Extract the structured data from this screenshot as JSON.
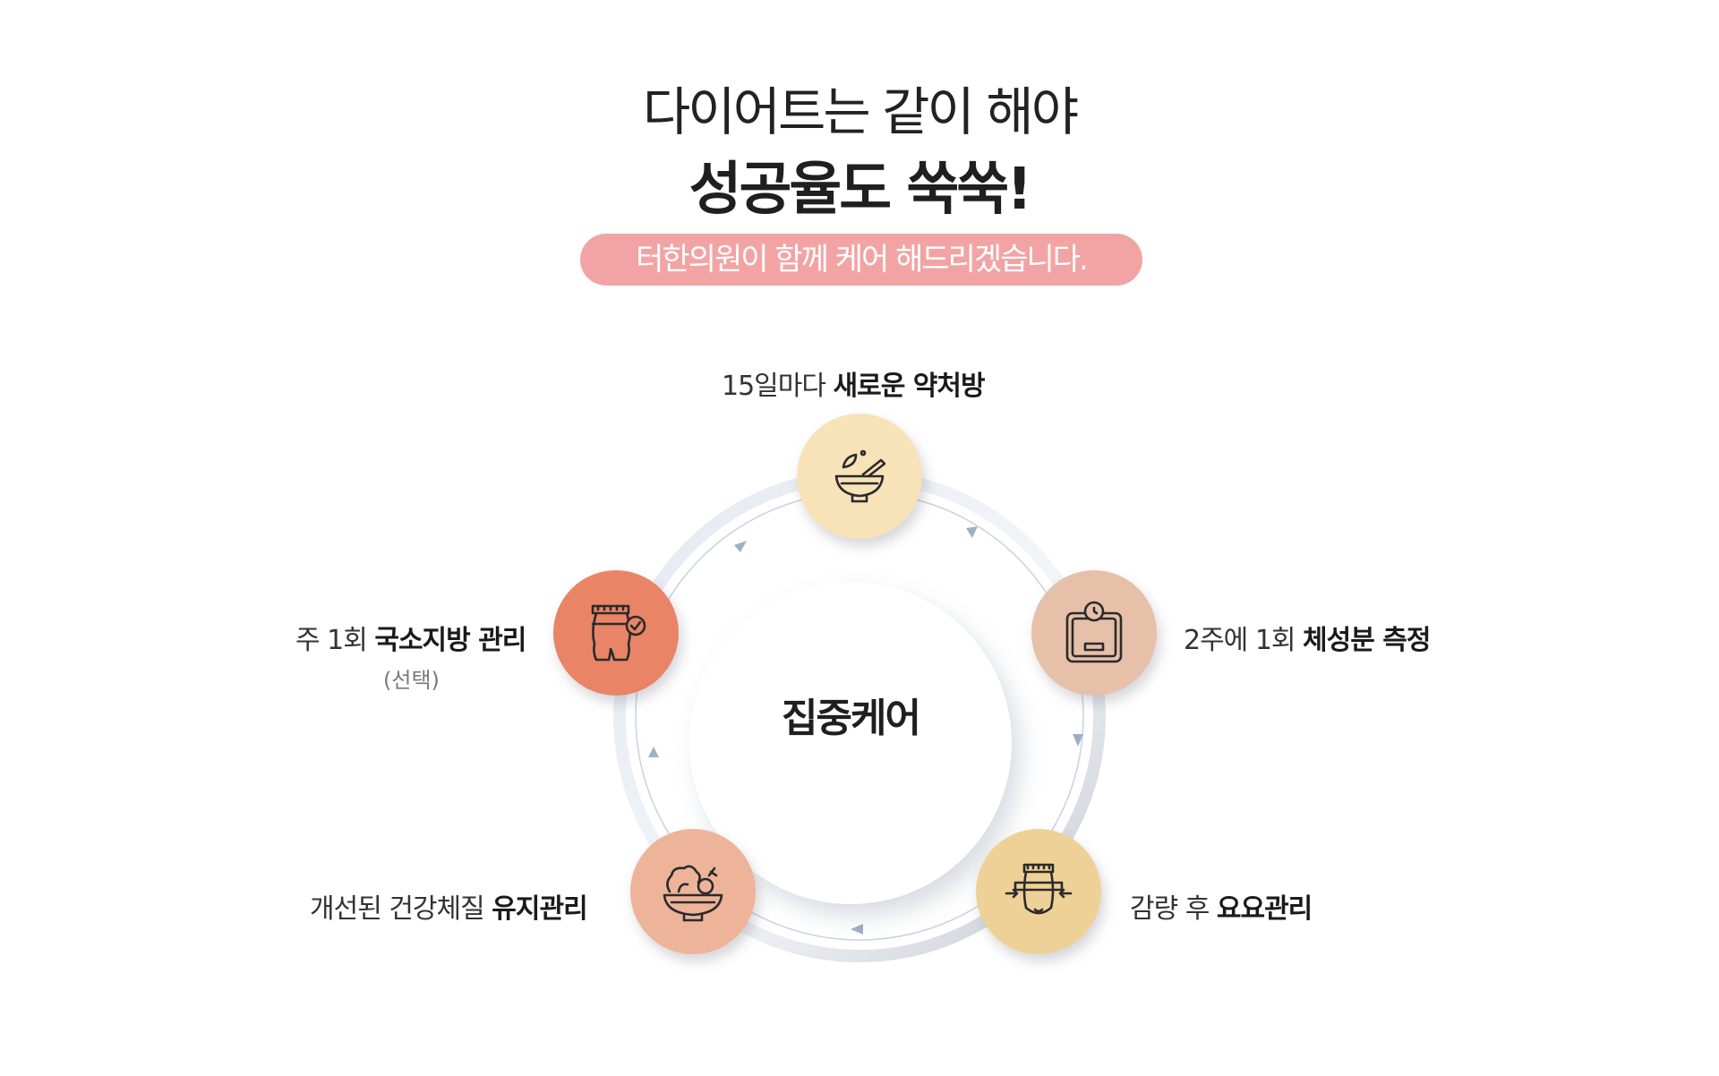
{
  "header": {
    "line1": "다이어트는 같이 해야",
    "line2": "성공율도 쑥쑥!",
    "pill": "터한의원이 함께 케어 해드리겠습니다."
  },
  "center": {
    "label": "집중케어"
  },
  "steps": [
    {
      "prefix": "15일마다 ",
      "bold": "새로운 약처방",
      "icon": "mortar-pestle-icon",
      "color": "#f8e2b8"
    },
    {
      "prefix": "2주에 1회 ",
      "bold": "체성분 측정",
      "icon": "scale-icon",
      "color": "#e6c0a8"
    },
    {
      "prefix": "감량 후 ",
      "bold": "요요관리",
      "icon": "measuring-waist-icon",
      "color": "#eed196"
    },
    {
      "prefix": "개선된 건강체질 ",
      "bold": "유지관리",
      "icon": "salad-bowl-icon",
      "color": "#edb49a"
    },
    {
      "prefix": "주 1회 ",
      "bold": "국소지방 관리",
      "note": "(선택)",
      "icon": "waist-check-icon",
      "color": "#e98467"
    }
  ],
  "colors": {
    "pill": "#f2a4a4",
    "arrow": "#9fb0c6",
    "ring": "#d6dde7"
  }
}
